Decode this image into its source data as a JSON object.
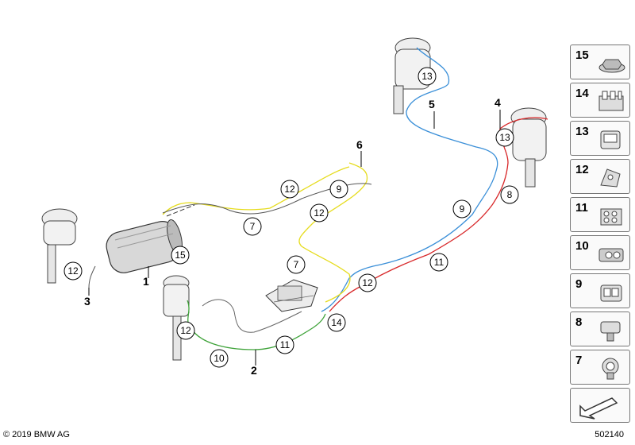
{
  "footer": {
    "copyright": "© 2019 BMW AG",
    "doc_id": "502140"
  },
  "callouts": {
    "main": [
      "1",
      "2",
      "3",
      "4",
      "5",
      "6"
    ],
    "circled": {
      "c12a": "12",
      "c12b": "12",
      "c12c": "12",
      "c12d": "12",
      "c12e": "12",
      "c13a": "13",
      "c13b": "13",
      "c15": "15",
      "c7a": "7",
      "c7b": "7",
      "c9a": "9",
      "c9b": "9",
      "c8": "8",
      "c11a": "11",
      "c11b": "11",
      "c10": "10",
      "c14": "14"
    }
  },
  "parts_list": [
    "15",
    "14",
    "13",
    "12",
    "11",
    "10",
    "9",
    "8",
    "7"
  ],
  "colors": {
    "blue": "#3a8fd8",
    "red": "#d8282a",
    "yellow": "#e6dc1e",
    "green": "#3fa33a",
    "gray": "#555555"
  }
}
